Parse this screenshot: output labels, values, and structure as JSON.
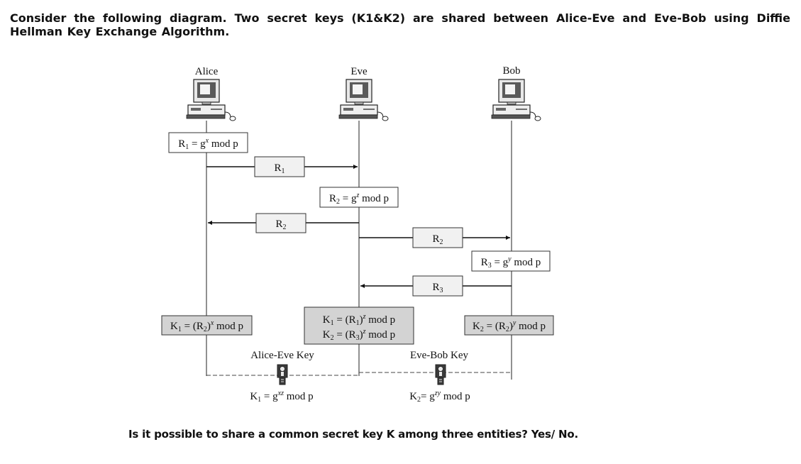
{
  "question": "Consider the following diagram. Two secret keys (K1&K2) are shared between Alice-Eve and Eve-Bob using Diffie Hellman Key Exchange Algorithm.",
  "participants": {
    "alice": "Alice",
    "eve": "Eve",
    "bob": "Bob"
  },
  "steps": {
    "alice_r1": {
      "pre": "R",
      "sub": "1",
      "mid": " = g",
      "sup": "x",
      "post": " mod p"
    },
    "msg_r1": {
      "pre": "R",
      "sub": "1"
    },
    "eve_r2": {
      "pre": "R",
      "sub": "2",
      "mid": " = g",
      "sup": "z",
      "post": " mod p"
    },
    "msg_r2_alice": {
      "pre": "R",
      "sub": "2"
    },
    "msg_r2_bob": {
      "pre": "R",
      "sub": "2"
    },
    "bob_r3": {
      "pre": "R",
      "sub": "3",
      "mid": " = g",
      "sup": "y",
      "post": " mod p"
    },
    "msg_r3": {
      "pre": "R",
      "sub": "3"
    },
    "alice_k1": {
      "pre": "K",
      "sub": "1",
      "mid": " = (R",
      "sub2": "2",
      "mid2": ")",
      "sup": "x",
      "post": " mod p"
    },
    "eve_k1": {
      "pre": "K",
      "sub": "1",
      "mid": " = (R",
      "sub2": "1",
      "mid2": ")",
      "sup": "z",
      "post": " mod p"
    },
    "eve_k2": {
      "pre": "K",
      "sub": "2",
      "mid": " = (R",
      "sub2": "3",
      "mid2": ")",
      "sup": "z",
      "post": " mod p"
    },
    "bob_k2": {
      "pre": "K",
      "sub": "2",
      "mid": " = (R",
      "sub2": "2",
      "mid2": ")",
      "sup": "y",
      "post": " mod p"
    }
  },
  "keys": {
    "alice_eve_label": "Alice-Eve Key",
    "eve_bob_label": "Eve-Bob Key",
    "k1": {
      "pre": "K",
      "sub": "1",
      "mid": " = g",
      "sup": "xz",
      "post": " mod p"
    },
    "k2": {
      "pre": "K",
      "sub": "2",
      "mid": "= g",
      "sup": "zy",
      "post": " mod p"
    }
  },
  "footer": "Is it possible to share a common secret key K among three entities? Yes/ No."
}
